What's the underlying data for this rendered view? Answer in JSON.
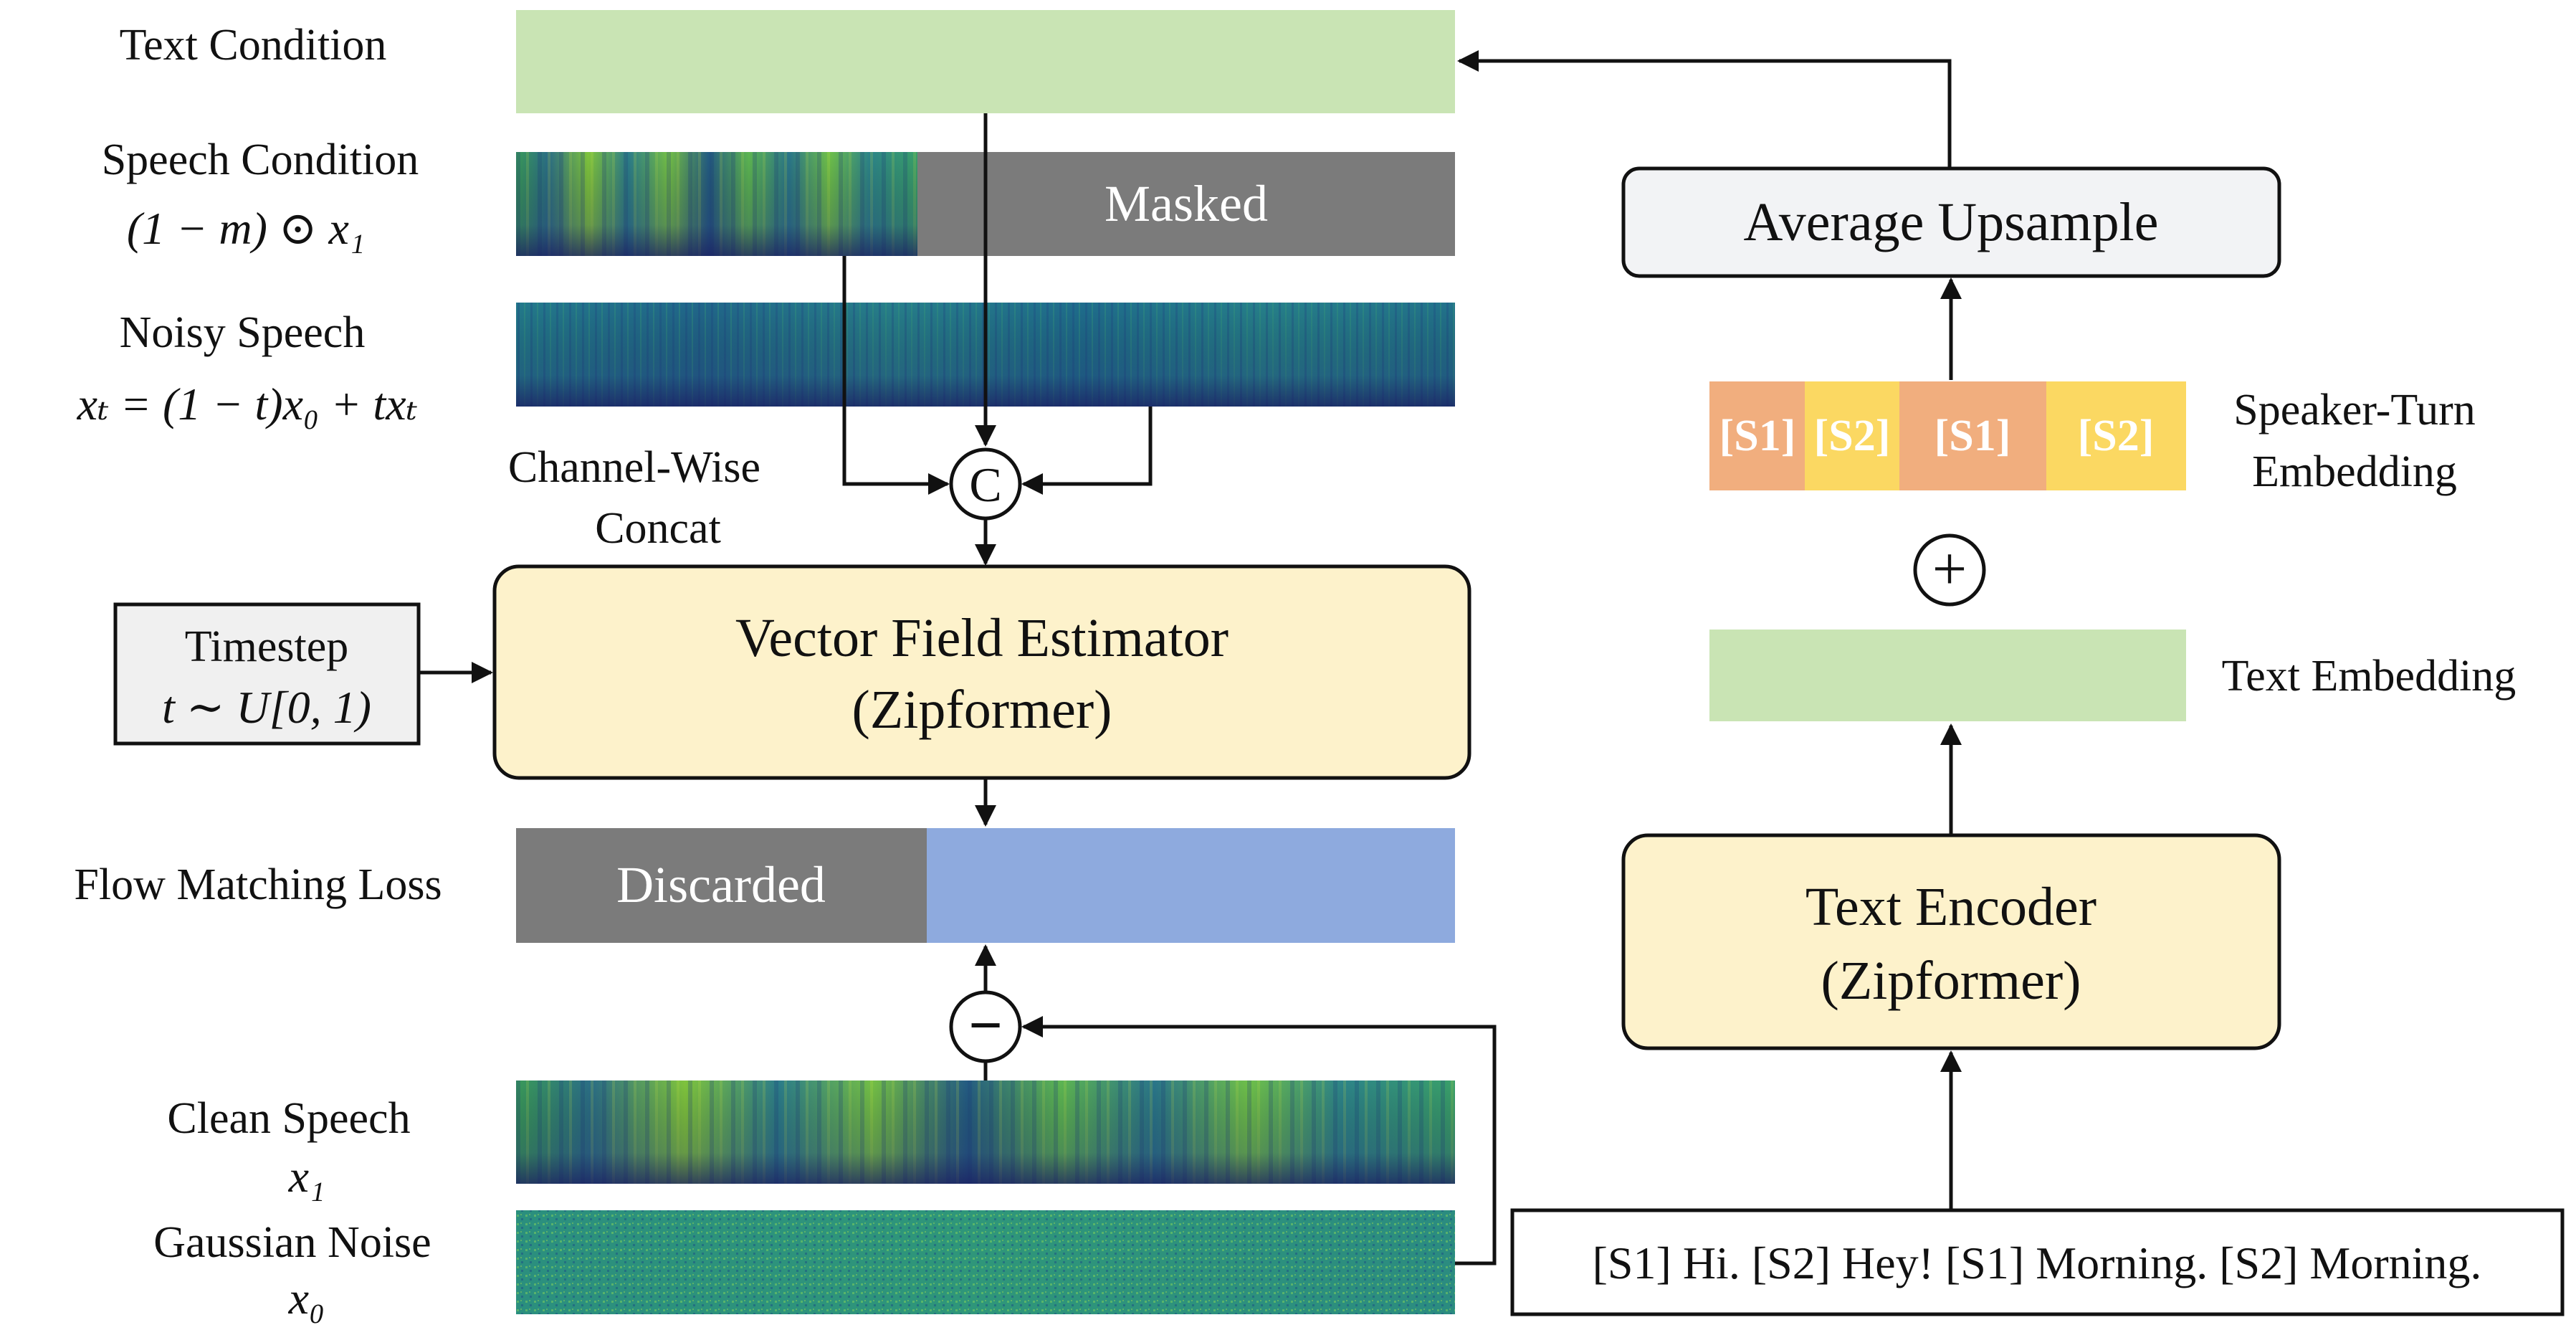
{
  "left": {
    "text_condition_label": "Text Condition",
    "speech_condition_label": "Speech Condition",
    "speech_condition_formula": "(1 − m) ⊙ x₁",
    "masked_label": "Masked",
    "noisy_speech_label": "Noisy Speech",
    "noisy_speech_formula": "xₜ = (1 − t)x₀ + txₜ",
    "concat_label_line1": "Channel-Wise",
    "concat_label_line2": "Concat",
    "concat_symbol": "C",
    "timestep_line1": "Timestep",
    "timestep_line2": "t ∼ U[0, 1)",
    "estimator_line1": "Vector Field Estimator",
    "estimator_line2": "(Zipformer)",
    "flow_loss_label": "Flow Matching Loss",
    "discarded_label": "Discarded",
    "minus_symbol": "−",
    "clean_speech_label": "Clean Speech",
    "clean_speech_var": "x₁",
    "gaussian_noise_label": "Gaussian Noise",
    "gaussian_noise_var": "x₀"
  },
  "right": {
    "upsample_label": "Average Upsample",
    "speaker_tokens": [
      "[S1]",
      "[S2]",
      "[S1]",
      "[S2]"
    ],
    "speaker_turn_line1": "Speaker-Turn",
    "speaker_turn_line2": "Embedding",
    "plus_symbol": "+",
    "text_embedding_label": "Text Embedding",
    "encoder_line1": "Text Encoder",
    "encoder_line2": "(Zipformer)",
    "input_text": "[S1] Hi. [S2] Hey! [S1] Morning. [S2] Morning."
  },
  "colors": {
    "green_bar": "#c9e4b4",
    "gray_bar": "#7b7b7b",
    "blue_bar": "#8eaade",
    "yellow_box": "#fdf2cb",
    "upsample_box": "#f2f3f5",
    "timestep_box": "#f0f0f0",
    "s1_color": "#f1ae7e",
    "s2_color": "#fbd862",
    "spectrogram_dark": "#2f2f74",
    "spectrogram_mid": "#2b8a8a",
    "spectrogram_bright": "#6bc24a"
  }
}
